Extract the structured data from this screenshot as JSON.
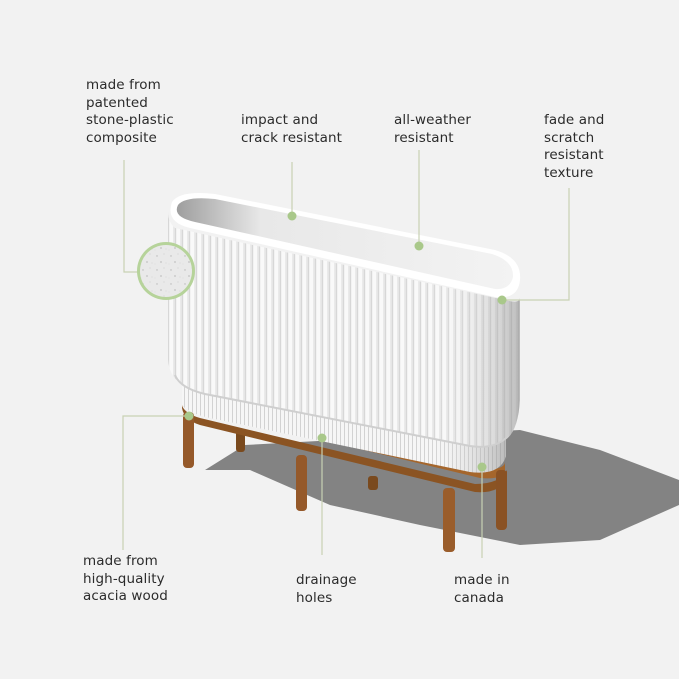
{
  "colors": {
    "background": "#f2f2f2",
    "text": "#2b2b2b",
    "callout_line": "#c9d1b4",
    "callout_dot": "#a9c88a",
    "swatch_ring": "#b6d39a",
    "planter_white": "#f7f7f7",
    "wood": "#a0642c",
    "shadow": "#6e6e6e"
  },
  "callouts": [
    {
      "id": "material",
      "lines": [
        "made from",
        "patented",
        "stone-plastic",
        "composite"
      ]
    },
    {
      "id": "impact",
      "lines": [
        "impact and",
        "crack resistant"
      ]
    },
    {
      "id": "weather",
      "lines": [
        "all-weather",
        "resistant"
      ]
    },
    {
      "id": "texture",
      "lines": [
        "fade and",
        "scratch",
        "resistant",
        "texture"
      ]
    },
    {
      "id": "wood",
      "lines": [
        "made from",
        "high-quality",
        "acacia wood"
      ]
    },
    {
      "id": "drainage",
      "lines": [
        "drainage",
        "holes"
      ]
    },
    {
      "id": "origin",
      "lines": [
        "made in",
        "canada"
      ]
    }
  ],
  "product": {
    "icon": "fluted-oval-planter-on-wood-stand",
    "swatch_icon": "speckled-texture-swatch"
  }
}
